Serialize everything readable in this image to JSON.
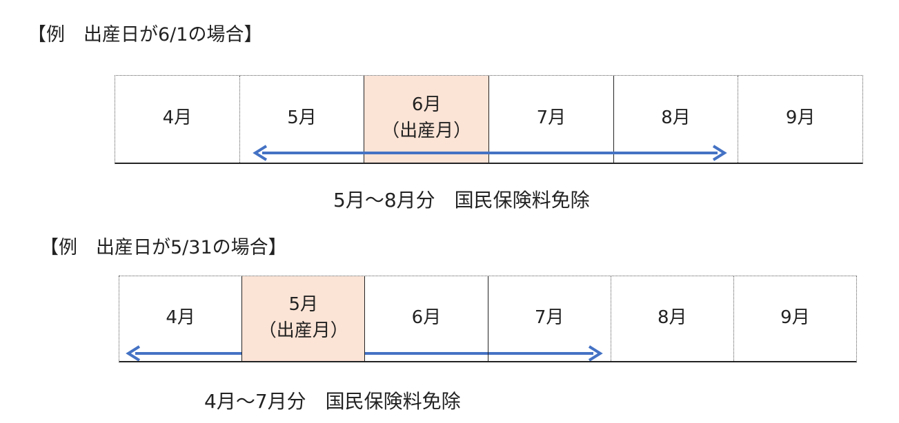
{
  "example1": {
    "heading": "【例　出産日が6/1の場合】",
    "months": [
      {
        "label": "4月",
        "note": ""
      },
      {
        "label": "5月",
        "note": ""
      },
      {
        "label": "6月",
        "note": "（出産月）"
      },
      {
        "label": "7月",
        "note": ""
      },
      {
        "label": "8月",
        "note": ""
      },
      {
        "label": "9月",
        "note": ""
      }
    ],
    "caption": "5月～8月分　国民保険料免除"
  },
  "example2": {
    "heading": "【例　出産日が5/31の場合】",
    "months": [
      {
        "label": "4月",
        "note": ""
      },
      {
        "label": "5月",
        "note": "（出産月）"
      },
      {
        "label": "6月",
        "note": ""
      },
      {
        "label": "7月",
        "note": ""
      },
      {
        "label": "8月",
        "note": ""
      },
      {
        "label": "9月",
        "note": ""
      }
    ],
    "caption": "4月～7月分　国民保険料免除"
  },
  "colors": {
    "birth_month_fill": "#fbe3d5",
    "arrow": "#4472c4"
  }
}
